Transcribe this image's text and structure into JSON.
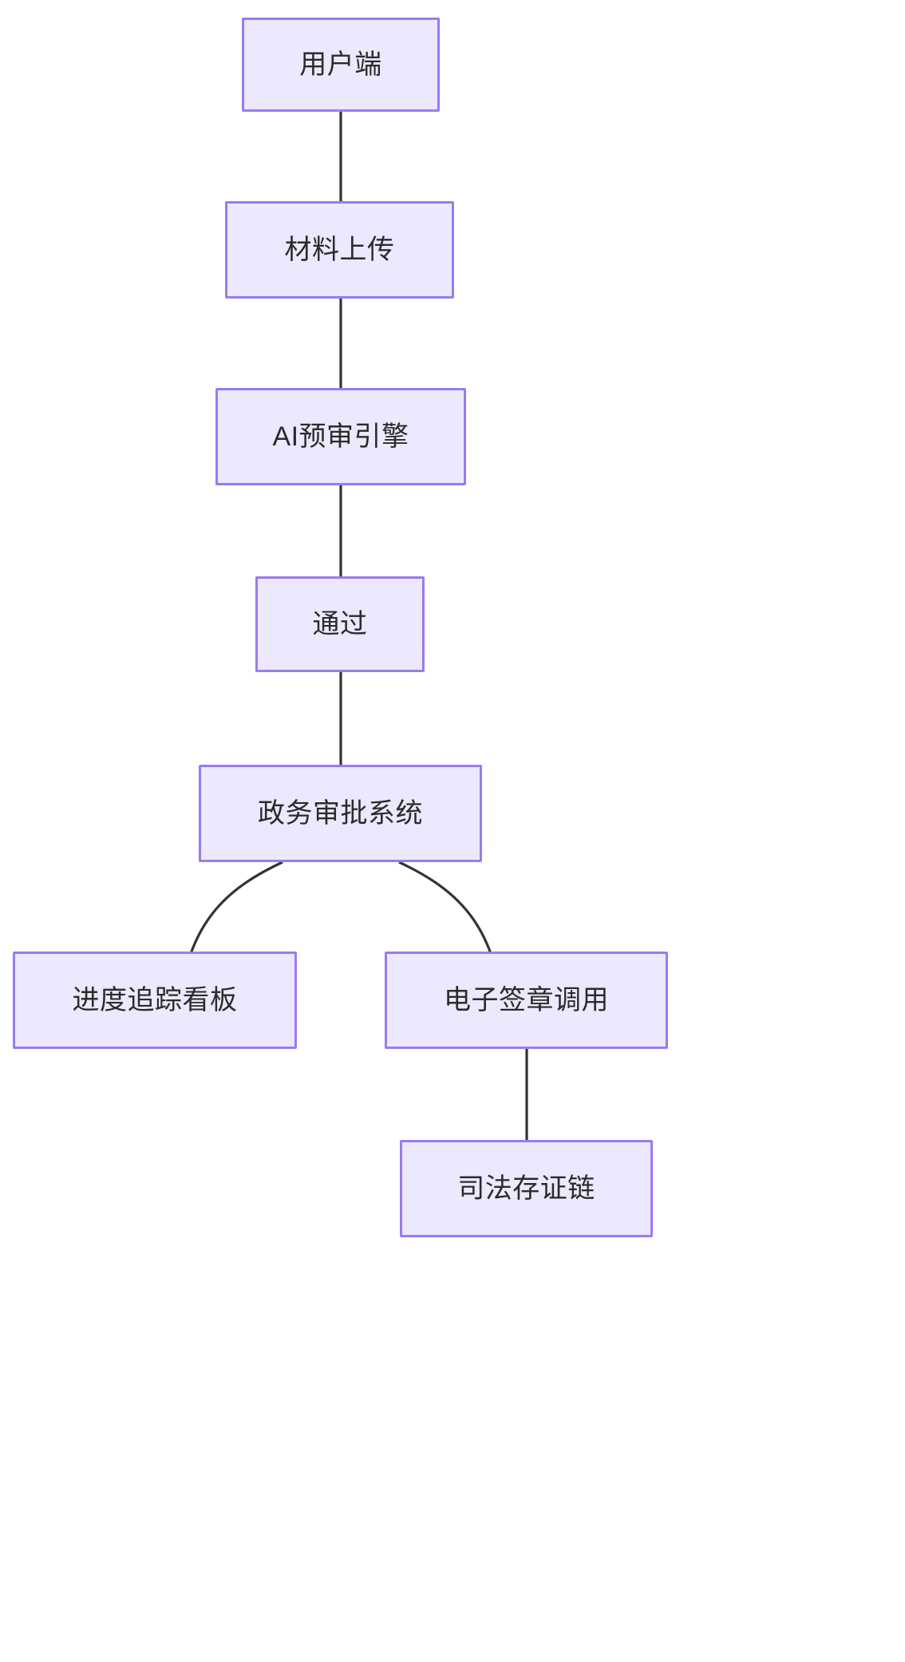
{
  "diagram": {
    "type": "flowchart",
    "direction": "top-to-bottom",
    "title": "",
    "background_color": "#ffffff",
    "node_fill_color": "#ece8fd",
    "node_border_color": "#9a7af1",
    "node_text_color": "#2b2b2b",
    "edge_color": "#333333",
    "nodes": [
      {
        "id": "user_terminal",
        "label": "用户端"
      },
      {
        "id": "material_upload",
        "label": "材料上传"
      },
      {
        "id": "ai_prereview",
        "label": "AI预审引擎"
      },
      {
        "id": "pass",
        "label": "通过"
      },
      {
        "id": "gov_approval",
        "label": "政务审批系统"
      },
      {
        "id": "progress_board",
        "label": "进度追踪看板"
      },
      {
        "id": "eseal_invoke",
        "label": "电子签章调用"
      },
      {
        "id": "judicial_chain",
        "label": "司法存证链"
      }
    ],
    "edges": [
      {
        "from": "user_terminal",
        "to": "material_upload",
        "label": "",
        "style": "straight-arrow"
      },
      {
        "from": "material_upload",
        "to": "ai_prereview",
        "label": "",
        "style": "straight-arrow"
      },
      {
        "from": "ai_prereview",
        "to": "pass",
        "label": "",
        "style": "straight-arrow"
      },
      {
        "from": "pass",
        "to": "gov_approval",
        "label": "",
        "style": "straight-arrow"
      },
      {
        "from": "gov_approval",
        "to": "progress_board",
        "label": "",
        "style": "curved-arrow"
      },
      {
        "from": "gov_approval",
        "to": "eseal_invoke",
        "label": "",
        "style": "curved-arrow"
      },
      {
        "from": "eseal_invoke",
        "to": "judicial_chain",
        "label": "",
        "style": "straight-arrow"
      }
    ]
  }
}
